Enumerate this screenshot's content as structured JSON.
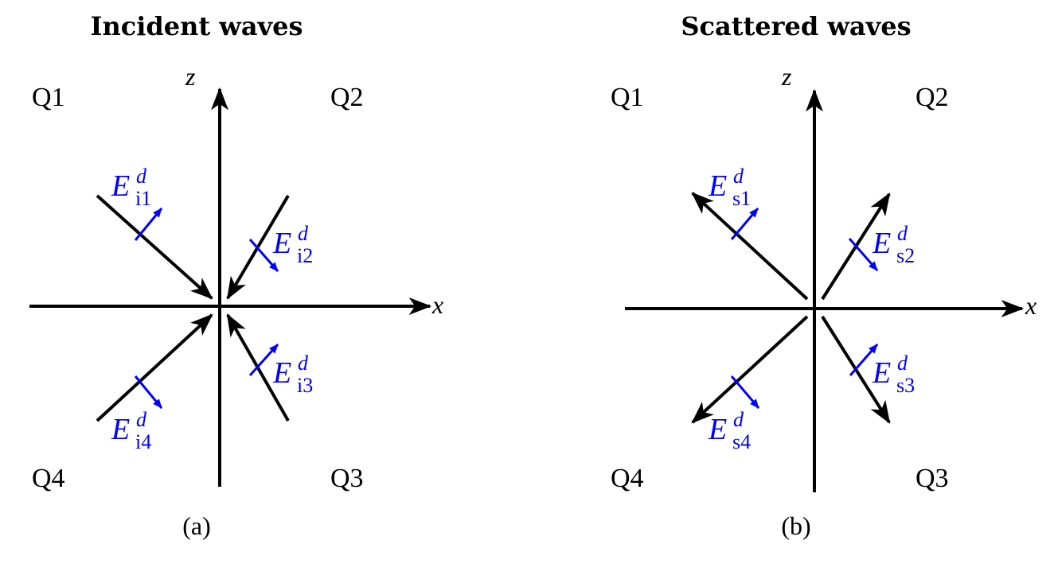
{
  "colors": {
    "axis": "#000000",
    "field": "#0000ff",
    "background": "#ffffff"
  },
  "panels": [
    {
      "id": "a",
      "title": "Incident waves",
      "caption": "(a)",
      "axes": {
        "horizontal": "x",
        "vertical": "z"
      },
      "quadrants": {
        "q1": "Q1",
        "q2": "Q2",
        "q3": "Q3",
        "q4": "Q4"
      },
      "wave_direction": "toward origin",
      "fields": [
        {
          "symbol": "E",
          "superscript": "d",
          "subscript": "i1",
          "quadrant": "Q1"
        },
        {
          "symbol": "E",
          "superscript": "d",
          "subscript": "i2",
          "quadrant": "Q2"
        },
        {
          "symbol": "E",
          "superscript": "d",
          "subscript": "i3",
          "quadrant": "Q3"
        },
        {
          "symbol": "E",
          "superscript": "d",
          "subscript": "i4",
          "quadrant": "Q4"
        }
      ]
    },
    {
      "id": "b",
      "title": "Scattered waves",
      "caption": "(b)",
      "axes": {
        "horizontal": "x",
        "vertical": "z"
      },
      "quadrants": {
        "q1": "Q1",
        "q2": "Q2",
        "q3": "Q3",
        "q4": "Q4"
      },
      "wave_direction": "away from origin",
      "fields": [
        {
          "symbol": "E",
          "superscript": "d",
          "subscript": "s1",
          "quadrant": "Q1"
        },
        {
          "symbol": "E",
          "superscript": "d",
          "subscript": "s2",
          "quadrant": "Q2"
        },
        {
          "symbol": "E",
          "superscript": "d",
          "subscript": "s3",
          "quadrant": "Q3"
        },
        {
          "symbol": "E",
          "superscript": "d",
          "subscript": "s4",
          "quadrant": "Q4"
        }
      ]
    }
  ]
}
